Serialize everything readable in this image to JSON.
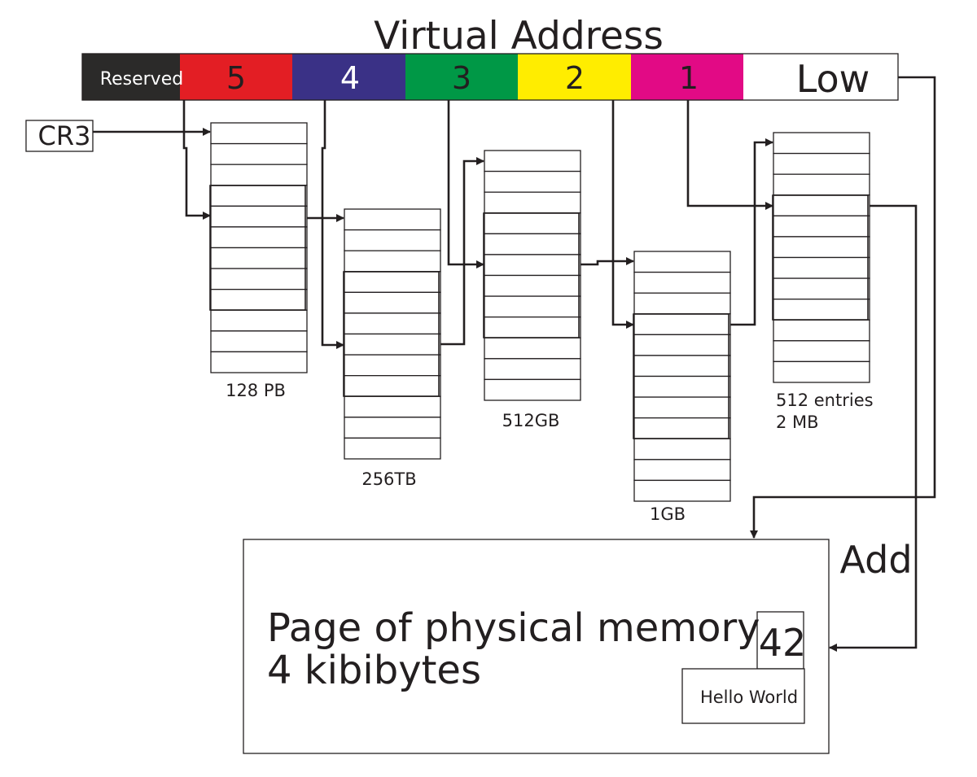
{
  "title": "Virtual Address",
  "address_fields": [
    {
      "label": "Reserved",
      "color": "#2b2a29",
      "text_color": "#ffffff"
    },
    {
      "label": "5",
      "color": "#e31e24",
      "text_color": "#231f20"
    },
    {
      "label": "4",
      "color": "#3a3186",
      "text_color": "#ffffff"
    },
    {
      "label": "3",
      "color": "#009846",
      "text_color": "#231f20"
    },
    {
      "label": "2",
      "color": "#ffed00",
      "text_color": "#231f20"
    },
    {
      "label": "1",
      "color": "#e20a85",
      "text_color": "#231f20"
    },
    {
      "label": "Low",
      "color": "#ffffff",
      "text_color": "#231f20"
    }
  ],
  "cr3_label": "CR3",
  "tables": [
    {
      "caption": "128 PB"
    },
    {
      "caption": "256TB"
    },
    {
      "caption": "512GB"
    },
    {
      "caption": "1GB"
    },
    {
      "caption_line1": "512 entries",
      "caption_line2": "2 MB"
    }
  ],
  "add_label": "Add",
  "physical_page": {
    "line1": "Page of physical memory",
    "line2": "4 kibibytes",
    "value": "42",
    "content": "Hello World"
  }
}
